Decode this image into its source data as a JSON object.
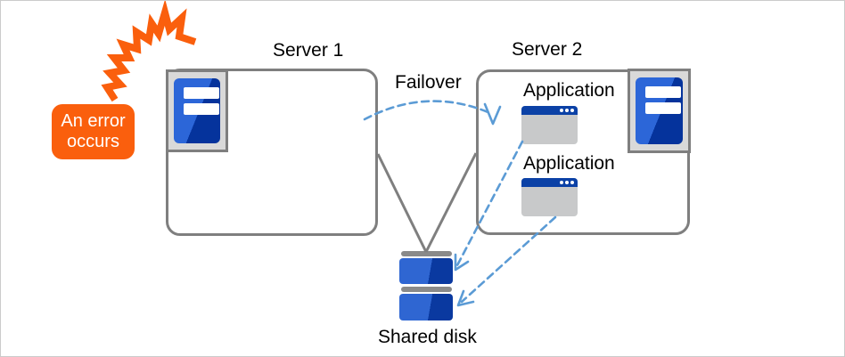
{
  "labels": {
    "error": "An error occurs",
    "server1": "Server 1",
    "server2": "Server 2",
    "failover": "Failover",
    "application1": "Application",
    "application2": "Application",
    "shared_disk": "Shared disk"
  },
  "colors": {
    "orange": "#FA5F0D",
    "line_gray": "#7F7F7F",
    "icon_bg": "#D9D9D9",
    "server_blue_light": "#2C66D8",
    "server_blue_dark": "#05339C",
    "window_body_gray": "#C8C9CA",
    "window_titlebar_blue": "#0B41A6",
    "disk_blue_light": "#2F66D2",
    "disk_blue_dark": "#0A39A0",
    "disk_cap_gray": "#8A8A8A",
    "arrow_blue": "#5B9BD5",
    "frame_gray": "#CBCBCB"
  }
}
